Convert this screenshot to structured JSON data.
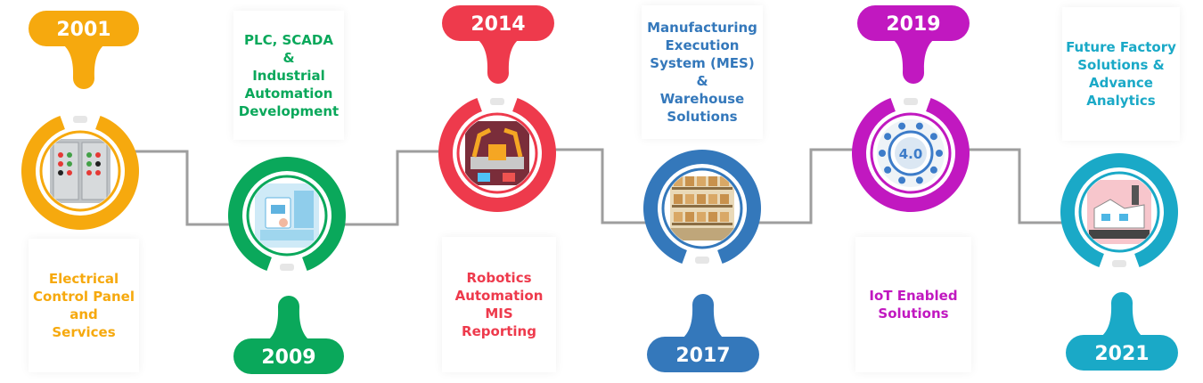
{
  "milestones": [
    {
      "year": "2001",
      "color": "#f6a90e",
      "lines": [
        "Electrical",
        "Control Panel",
        "and",
        "Services"
      ],
      "icon": "control-panel-icon"
    },
    {
      "year": "2009",
      "color": "#0aa85b",
      "lines": [
        "PLC, SCADA &",
        "Industrial",
        "Automation",
        "Development"
      ],
      "icon": "automation-system-icon"
    },
    {
      "year": "2014",
      "color": "#ee3a4c",
      "lines": [
        "Robotics",
        "Automation",
        "MIS Reporting"
      ],
      "icon": "robotics-icon"
    },
    {
      "year": "2017",
      "color": "#3478bb",
      "lines": [
        "Manufacturing",
        "Execution",
        "System (MES)",
        "&",
        "Warehouse",
        "Solutions"
      ],
      "icon": "warehouse-icon"
    },
    {
      "year": "2019",
      "color": "#c118c0",
      "lines": [
        "IoT Enabled",
        "Solutions"
      ],
      "icon": "industry-40-icon"
    },
    {
      "year": "2021",
      "color": "#1aa9c7",
      "lines": [
        "Future Factory",
        "Solutions &",
        "Advance",
        "Analytics"
      ],
      "icon": "future-factory-icon"
    }
  ],
  "industry_badge_text": "4.0",
  "connector_color": "#9e9e9e"
}
